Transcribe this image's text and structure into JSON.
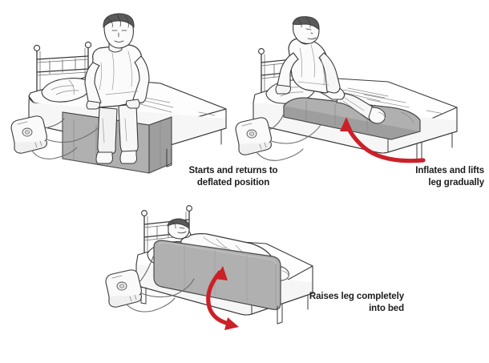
{
  "figure": {
    "title": "Leg lifter device operation sequence",
    "background_color": "#ffffff",
    "style": "line-art instructional illustration"
  },
  "palette": {
    "outline": "#3a3a3a",
    "outline_light": "#6e6e6e",
    "bed_fill": "#ffffff",
    "bed_shade": "#f2f2f2",
    "panel_gray": "#b0b0b0",
    "panel_gray_dark": "#9e9e9e",
    "panel_gray_light": "#c4c4c4",
    "skin": "#f7f7f7",
    "hair": "#5a5a5a",
    "arrow_red": "#cc2028",
    "text": "#1c1c1c"
  },
  "panels": [
    {
      "id": "panel-1",
      "step": 1,
      "caption": "Starts and returns to\ndeflated position",
      "caption_align": "center",
      "person_pose": "seated on edge of bed, feet on floor",
      "device_state": "deflated",
      "has_arrow": false,
      "elements": [
        "metal-headboard",
        "pillow",
        "mattress",
        "bed-base",
        "bed-legs",
        "inflatable-panel-deflated",
        "pump-unit",
        "air-hoses",
        "seated-person"
      ]
    },
    {
      "id": "panel-2",
      "step": 2,
      "caption": "Inflates and lifts\nleg gradually",
      "caption_align": "right",
      "person_pose": "reclining, legs partially raised by inflating panel",
      "device_state": "partially inflated",
      "has_arrow": true,
      "arrow_type": "single-curved-up",
      "elements": [
        "metal-headboard",
        "pillow",
        "mattress",
        "bed-base",
        "bed-legs",
        "inflatable-panel-partial",
        "pump-unit",
        "air-hoses",
        "reclining-person",
        "red-arrow"
      ]
    },
    {
      "id": "panel-3",
      "step": 3,
      "caption": "Raises leg completely\ninto bed",
      "caption_align": "right",
      "person_pose": "lying flat on back, legs fully in bed",
      "device_state": "fully inflated / raised upright",
      "has_arrow": true,
      "arrow_type": "double-headed-curved",
      "elements": [
        "metal-headboard",
        "pillow",
        "mattress",
        "bed-base",
        "bed-legs",
        "inflatable-panel-raised",
        "pump-unit",
        "air-hoses",
        "lying-person",
        "red-double-arrow"
      ]
    }
  ],
  "device": {
    "name": "pump-unit",
    "description": "small rounded control box with circular dial and two air hoses",
    "dial": "circular-dial",
    "hose_count": 2
  }
}
